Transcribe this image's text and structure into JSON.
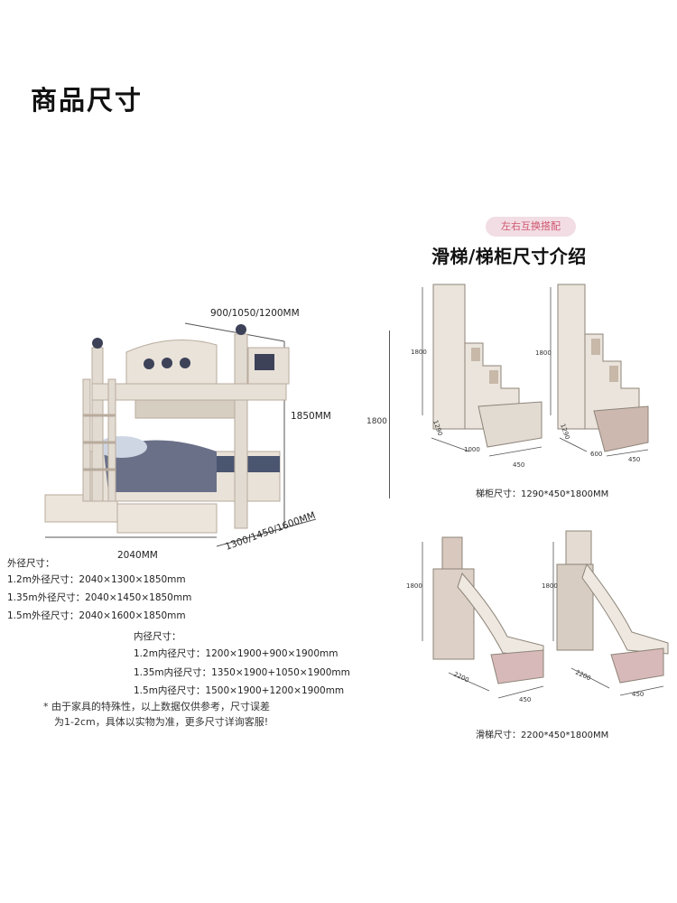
{
  "page_title": "商品尺寸",
  "bed": {
    "width_label": "900/1050/1200MM",
    "height_label": "1850MM",
    "length_label": "2040MM",
    "depth_label": "1300/1450/1600MM"
  },
  "outer": {
    "heading": "外径尺寸：",
    "rows": [
      "1.2m外径尺寸：2040×1300×1850mm",
      "1.35m外径尺寸：2040×1450×1850mm",
      "1.5m外径尺寸：2040×1600×1850mm"
    ]
  },
  "inner": {
    "heading": "内径尺寸：",
    "rows": [
      "1.2m内径尺寸：1200×1900+900×1900mm",
      "1.35m内径尺寸：1350×1900+1050×1900mm",
      "1.5m内径尺寸：1500×1900+1200×1900mm"
    ]
  },
  "note": {
    "line1": "* 由于家具的特殊性，以上数据仅供参考，尺寸误差",
    "line2": "为1-2cm，具体以实物为准，更多尺寸详询客服!"
  },
  "stairs": {
    "badge": "左右互换搭配",
    "title": "滑梯/梯柜尺寸介绍",
    "total_height": "1800",
    "cabinet": {
      "h1": "1800",
      "d1": "1290",
      "w1": "1000",
      "b1": "450",
      "h2": "1800",
      "d2": "1290",
      "w2": "600",
      "b2": "450",
      "caption": "梯柜尺寸：1290*450*1800MM"
    },
    "slide": {
      "h1": "1800",
      "l1": "2200",
      "b1": "450",
      "h2": "1800",
      "l2": "2200",
      "b2": "450",
      "caption": "滑梯尺寸：2200*450*1800MM"
    }
  }
}
